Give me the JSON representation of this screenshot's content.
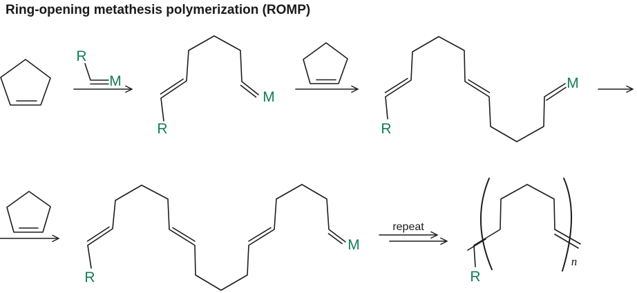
{
  "title": "Ring-opening metathesis polymerization (ROMP)",
  "colors": {
    "line": "#1c1c1c",
    "atom_label_green": "#127c5a",
    "text_dark": "#1a1a1a",
    "background": "#ffffff"
  },
  "labels": {
    "catalyst_r": "R",
    "catalyst_m": "M",
    "product1_r": "R",
    "product1_m": "M",
    "product2_r": "R",
    "product2_m": "M",
    "chain_r": "R",
    "chain_m": "M",
    "polymer_r": "R",
    "polymer_n": "n",
    "repeat": "repeat"
  }
}
